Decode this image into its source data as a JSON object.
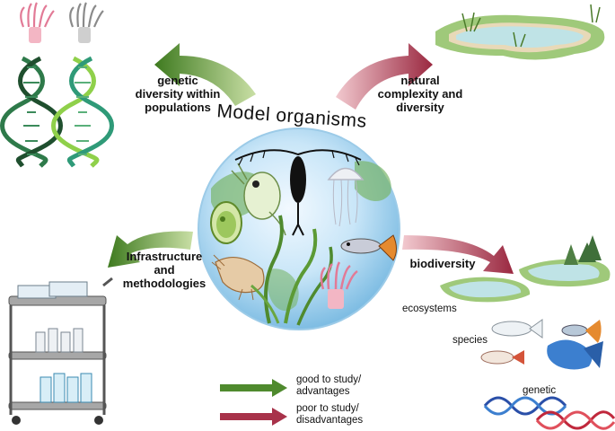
{
  "title": "Model organisms",
  "arrows": {
    "genetic_diversity": "genetic diversity within populations",
    "natural_complexity": "natural complexity and diversity",
    "infrastructure": "Infrastructure and methodologies",
    "biodiversity": "biodiversity"
  },
  "biodiversity_levels": {
    "ecosystems": "ecosystems",
    "species": "species",
    "genetic": "genetic"
  },
  "legend": {
    "good": "good to study/ advantages",
    "poor": "poor to study/ disadvantages"
  },
  "colors": {
    "advantage_green": "#4f8a2e",
    "disadvantage_red": "#a8324a",
    "globe_blue": "#a8d4ee",
    "pond_water": "#bfe3e6",
    "pond_grass": "#9fc97a"
  },
  "icons": [
    "sea-anemone",
    "dna-helix",
    "pond",
    "daphnia",
    "algae-cell",
    "copepod",
    "jellyfish",
    "guppy",
    "amphipod",
    "seagrass",
    "lab-cart",
    "fish",
    "betta",
    "dna-strand",
    "tree"
  ]
}
